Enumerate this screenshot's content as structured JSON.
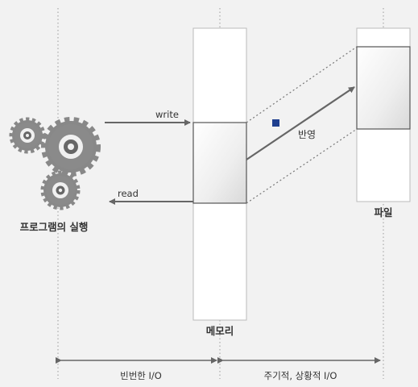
{
  "labels": {
    "write": "write",
    "read": "read",
    "program_execution": "프로그램의 실행",
    "memory": "메모리",
    "file": "파일",
    "reflect": "반영",
    "frequent_io": "빈번한 I/O",
    "periodic_io": "주기적, 상황적 I/O"
  },
  "colors": {
    "background": "#f2f2f2",
    "block_border": "#555555",
    "arrow": "#666666",
    "marker": "#1f3f8f"
  },
  "icons": {
    "gears": "gears-icon",
    "marker": "square-marker"
  }
}
